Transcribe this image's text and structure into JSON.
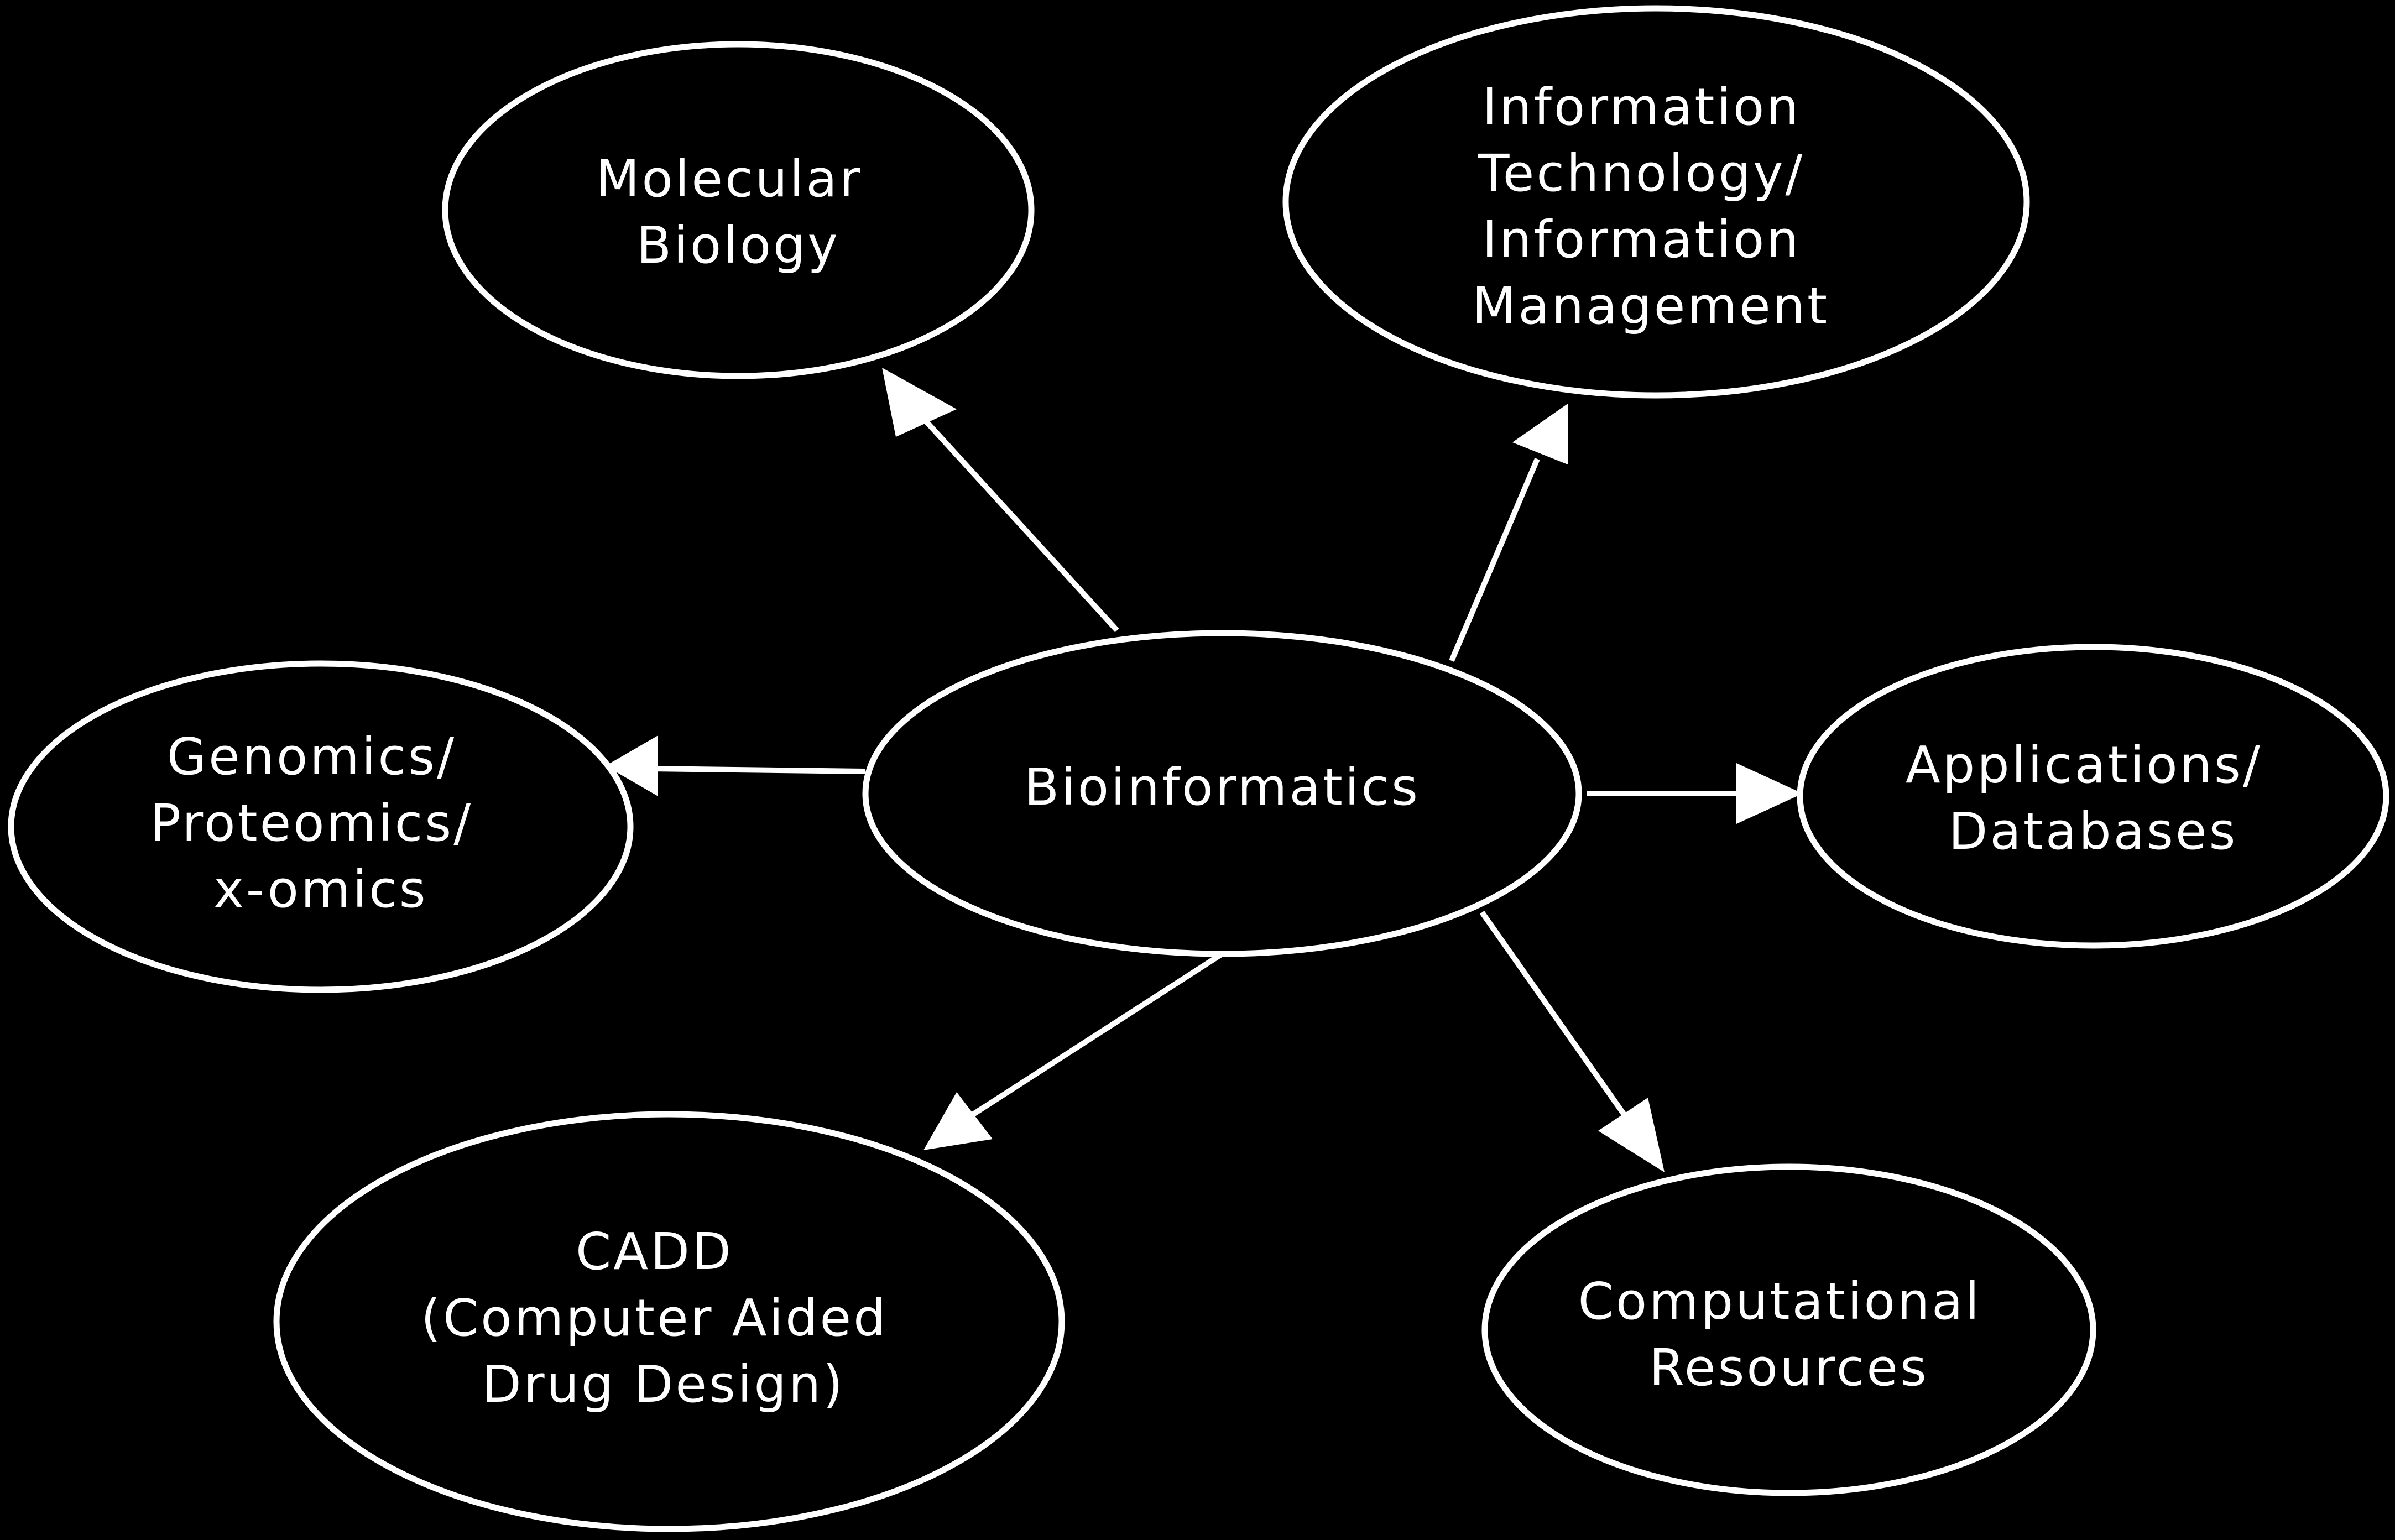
{
  "colors": {
    "background": "#000000",
    "foreground": "#ffffff"
  },
  "nodes": [
    {
      "id": "center",
      "lines": [
        "Bioinformatics"
      ]
    },
    {
      "id": "molecular-biology",
      "lines": [
        "Molecular",
        "Biology"
      ]
    },
    {
      "id": "information-technology",
      "lines": [
        "Information",
        "Technology/",
        "Information",
        "Management"
      ]
    },
    {
      "id": "genomics",
      "lines": [
        "Genomics/",
        "Proteomics/",
        "x-omics"
      ]
    },
    {
      "id": "applications",
      "lines": [
        "Applications/",
        "Databases"
      ]
    },
    {
      "id": "cadd",
      "lines": [
        "CADD",
        "(Computer Aided",
        "Drug Design)"
      ]
    },
    {
      "id": "computational",
      "lines": [
        "Computational",
        "Resources"
      ]
    }
  ],
  "edges": [
    {
      "from": "center",
      "to": "molecular-biology"
    },
    {
      "from": "center",
      "to": "information-technology"
    },
    {
      "from": "center",
      "to": "genomics"
    },
    {
      "from": "center",
      "to": "applications"
    },
    {
      "from": "center",
      "to": "cadd"
    },
    {
      "from": "center",
      "to": "computational"
    }
  ]
}
